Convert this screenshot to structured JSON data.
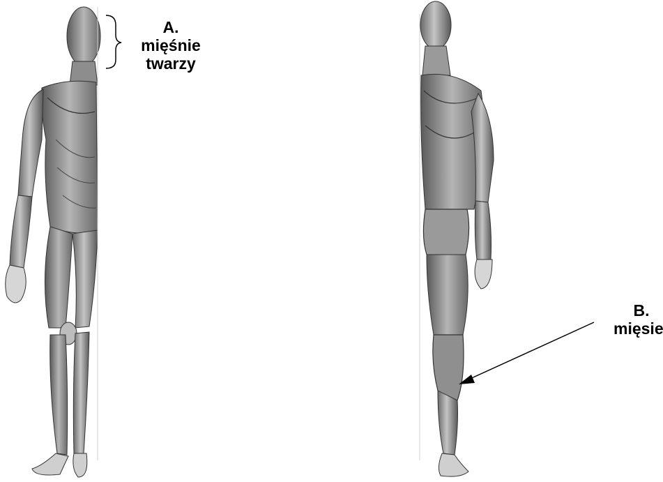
{
  "annotations": {
    "a": {
      "letter": "A.",
      "line1": "mięśnie",
      "line2": "twarzy"
    },
    "b": {
      "letter": "B.",
      "line1": "mięsień"
    }
  },
  "figures": {
    "front": {
      "view": "front",
      "rendering": "muscle anatomy illustration"
    },
    "back": {
      "view": "back",
      "rendering": "muscle anatomy illustration"
    }
  },
  "colors": {
    "ink": "#000000",
    "muscle_dark": "#3a3a3a",
    "muscle_mid": "#8a8a8a",
    "muscle_light": "#cfcfcf",
    "background": "#ffffff"
  }
}
